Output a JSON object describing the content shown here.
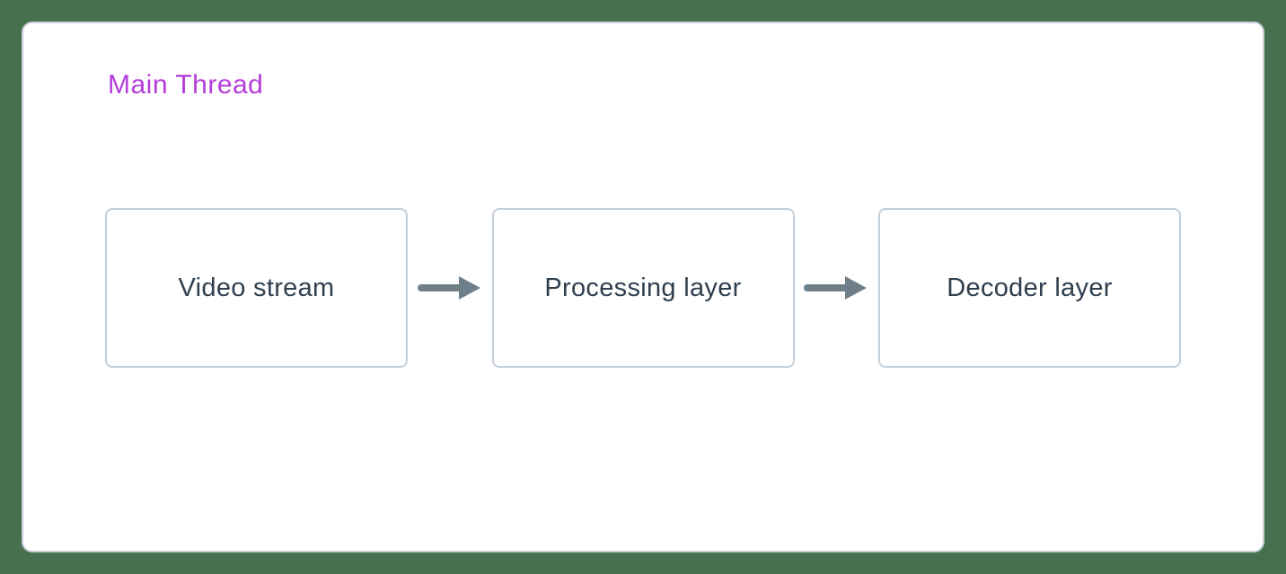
{
  "diagram": {
    "title": "Main Thread",
    "nodes": [
      {
        "id": "video-stream",
        "label": "Video stream"
      },
      {
        "id": "processing-layer",
        "label": "Processing layer"
      },
      {
        "id": "decoder-layer",
        "label": "Decoder layer"
      }
    ],
    "edges": [
      {
        "from": "video-stream",
        "to": "processing-layer",
        "icon": "arrow-right-icon"
      },
      {
        "from": "processing-layer",
        "to": "decoder-layer",
        "icon": "arrow-right-icon"
      }
    ],
    "colors": {
      "background": "#47704e",
      "card_background": "#ffffff",
      "card_border": "#c7d1da",
      "node_border": "#c3ced8",
      "node_text": "#2f3f4f",
      "arrow": "#6f7f8a",
      "title": "#b43cdb"
    }
  }
}
